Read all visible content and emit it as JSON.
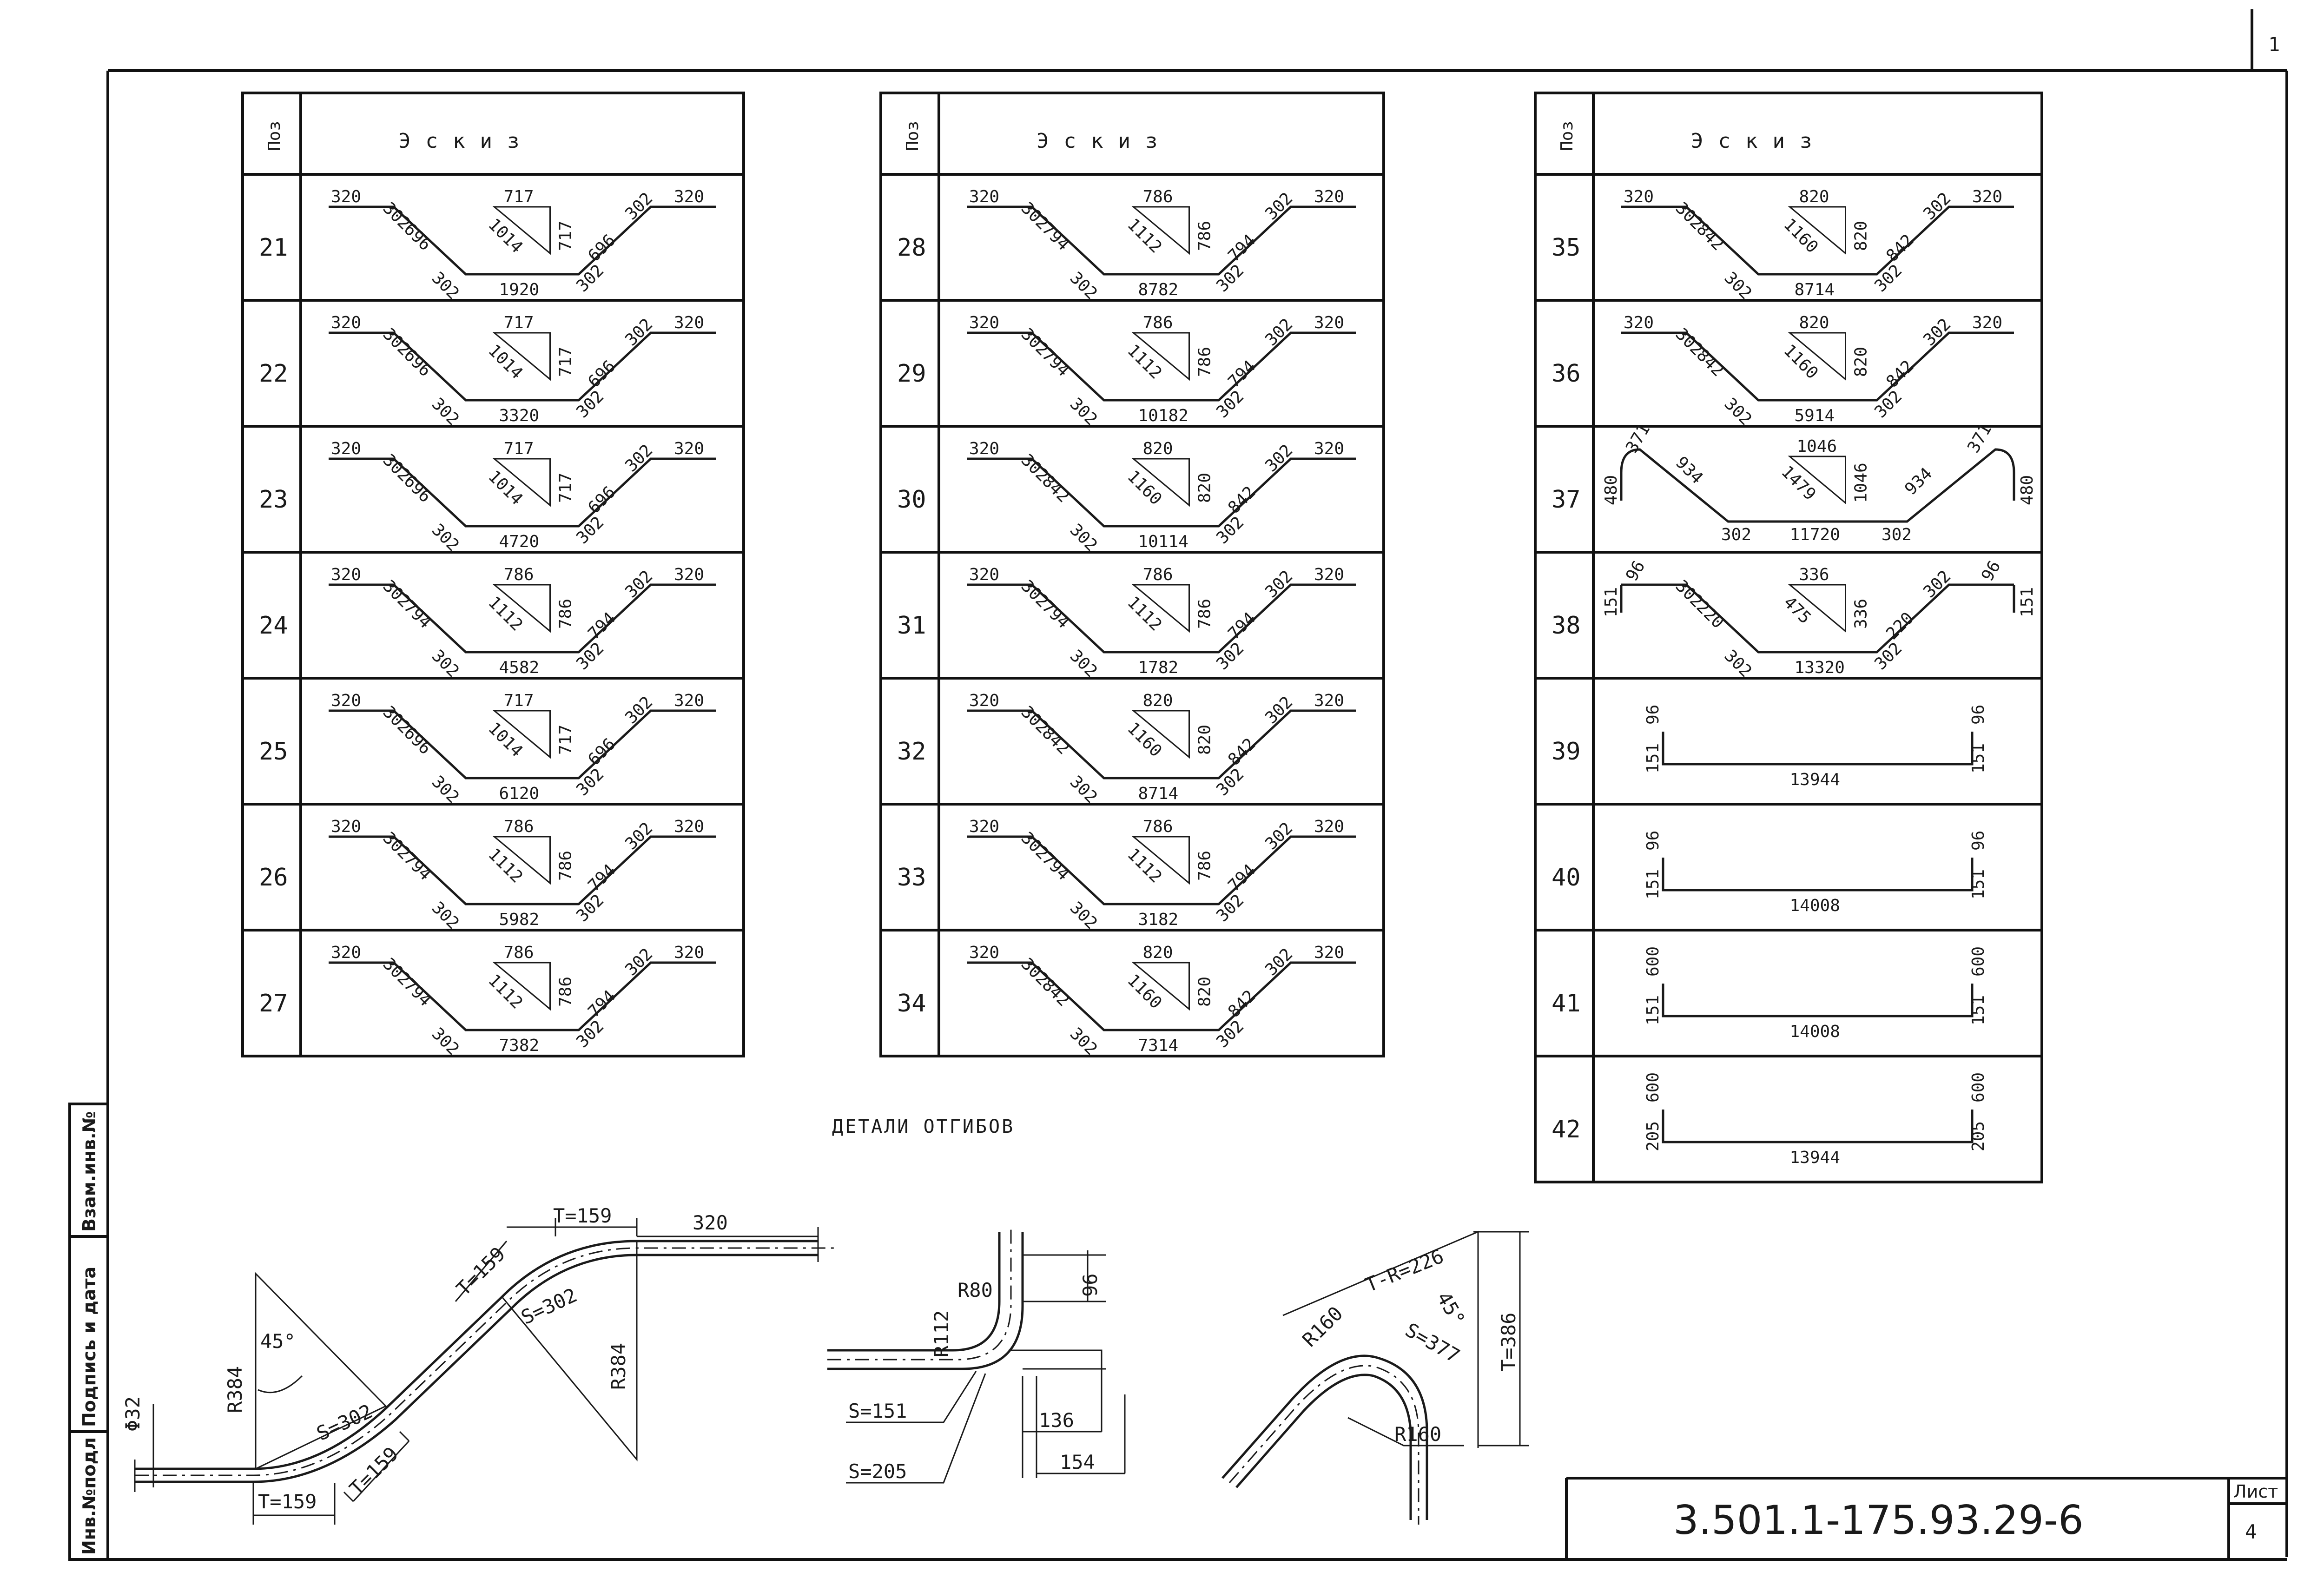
{
  "sheet": {
    "corner_mark": "1",
    "doc_code": "3.501.1-175.93.29-6",
    "sheet_label": "Лист",
    "sheet_number": "4",
    "details_title": "ДЕТАЛИ ОТГИБОВ",
    "stamp": [
      "Инв.№подл",
      "Подпись и дата",
      "Взам.инв.№"
    ]
  },
  "table_header": {
    "poz": "Поз",
    "sketch": "Эскиз"
  },
  "tables": [
    {
      "rows": [
        {
          "pos": "21",
          "type": "bent",
          "end": "320",
          "bend": "302",
          "slope": "696",
          "base": "1920",
          "tri_h": "717",
          "tri_v": "717",
          "tri_d": "1014"
        },
        {
          "pos": "22",
          "type": "bent",
          "end": "320",
          "bend": "302",
          "slope": "696",
          "base": "3320",
          "tri_h": "717",
          "tri_v": "717",
          "tri_d": "1014"
        },
        {
          "pos": "23",
          "type": "bent",
          "end": "320",
          "bend": "302",
          "slope": "696",
          "base": "4720",
          "tri_h": "717",
          "tri_v": "717",
          "tri_d": "1014"
        },
        {
          "pos": "24",
          "type": "bent",
          "end": "320",
          "bend": "302",
          "slope": "794",
          "base": "4582",
          "tri_h": "786",
          "tri_v": "786",
          "tri_d": "1112"
        },
        {
          "pos": "25",
          "type": "bent",
          "end": "320",
          "bend": "302",
          "slope": "696",
          "base": "6120",
          "tri_h": "717",
          "tri_v": "717",
          "tri_d": "1014"
        },
        {
          "pos": "26",
          "type": "bent",
          "end": "320",
          "bend": "302",
          "slope": "794",
          "base": "5982",
          "tri_h": "786",
          "tri_v": "786",
          "tri_d": "1112"
        },
        {
          "pos": "27",
          "type": "bent",
          "end": "320",
          "bend": "302",
          "slope": "794",
          "base": "7382",
          "tri_h": "786",
          "tri_v": "786",
          "tri_d": "1112"
        }
      ]
    },
    {
      "rows": [
        {
          "pos": "28",
          "type": "bent",
          "end": "320",
          "bend": "302",
          "slope": "794",
          "base": "8782",
          "tri_h": "786",
          "tri_v": "786",
          "tri_d": "1112"
        },
        {
          "pos": "29",
          "type": "bent",
          "end": "320",
          "bend": "302",
          "slope": "794",
          "base": "10182",
          "tri_h": "786",
          "tri_v": "786",
          "tri_d": "1112"
        },
        {
          "pos": "30",
          "type": "bent",
          "end": "320",
          "bend": "302",
          "slope": "842",
          "base": "10114",
          "tri_h": "820",
          "tri_v": "820",
          "tri_d": "1160"
        },
        {
          "pos": "31",
          "type": "bent",
          "end": "320",
          "bend": "302",
          "slope": "794",
          "base": "1782",
          "tri_h": "786",
          "tri_v": "786",
          "tri_d": "1112"
        },
        {
          "pos": "32",
          "type": "bent",
          "end": "320",
          "bend": "302",
          "slope": "842",
          "base": "8714",
          "tri_h": "820",
          "tri_v": "820",
          "tri_d": "1160"
        },
        {
          "pos": "33",
          "type": "bent",
          "end": "320",
          "bend": "302",
          "slope": "794",
          "base": "3182",
          "tri_h": "786",
          "tri_v": "786",
          "tri_d": "1112"
        },
        {
          "pos": "34",
          "type": "bent",
          "end": "320",
          "bend": "302",
          "slope": "842",
          "base": "7314",
          "tri_h": "820",
          "tri_v": "820",
          "tri_d": "1160"
        }
      ]
    },
    {
      "rows": [
        {
          "pos": "35",
          "type": "bent",
          "end": "320",
          "bend": "302",
          "slope": "842",
          "base": "8714",
          "tri_h": "820",
          "tri_v": "820",
          "tri_d": "1160"
        },
        {
          "pos": "36",
          "type": "bent",
          "end": "320",
          "bend": "302",
          "slope": "842",
          "base": "5914",
          "tri_h": "820",
          "tri_v": "820",
          "tri_d": "1160"
        },
        {
          "pos": "37",
          "type": "hook",
          "hook": "371",
          "leg": "480",
          "bend": "302",
          "slope": "934",
          "base": "11720",
          "tri_h": "1046",
          "tri_v": "1046",
          "tri_d": "1479"
        },
        {
          "pos": "38",
          "type": "smallbent",
          "leg": "151",
          "hook": "96",
          "bend": "302",
          "slope": "220",
          "base": "13320",
          "tri_h": "336",
          "tri_v": "336",
          "tri_d": "475"
        },
        {
          "pos": "39",
          "type": "straight",
          "leg_a": "151",
          "leg_b": "96",
          "base": "13944"
        },
        {
          "pos": "40",
          "type": "straight",
          "leg_a": "151",
          "leg_b": "96",
          "base": "14008"
        },
        {
          "pos": "41",
          "type": "straight",
          "leg_a": "151",
          "leg_b": "600",
          "base": "14008"
        },
        {
          "pos": "42",
          "type": "straight",
          "leg_a": "205",
          "leg_b": "600",
          "base": "13944"
        }
      ]
    }
  ],
  "details": {
    "d1": {
      "dia": "Φ32",
      "t_left": "T=159",
      "t_low": "T=159",
      "s_low": "S=302",
      "r_left": "R384",
      "angle": "45°",
      "t_mid": "T=159",
      "t_top": "T=159",
      "s_top": "S=302",
      "r_right": "R384",
      "end": "320"
    },
    "d2": {
      "r_outer": "R112",
      "r_inner": "R80",
      "h": "96",
      "s1": "S=151",
      "s2": "S=205",
      "w1": "136",
      "w2": "154"
    },
    "d3": {
      "r_top": "R160",
      "tr": "T-R=226",
      "angle": "45°",
      "s": "S=377",
      "t": "T=386",
      "r_bottom": "R160"
    }
  }
}
